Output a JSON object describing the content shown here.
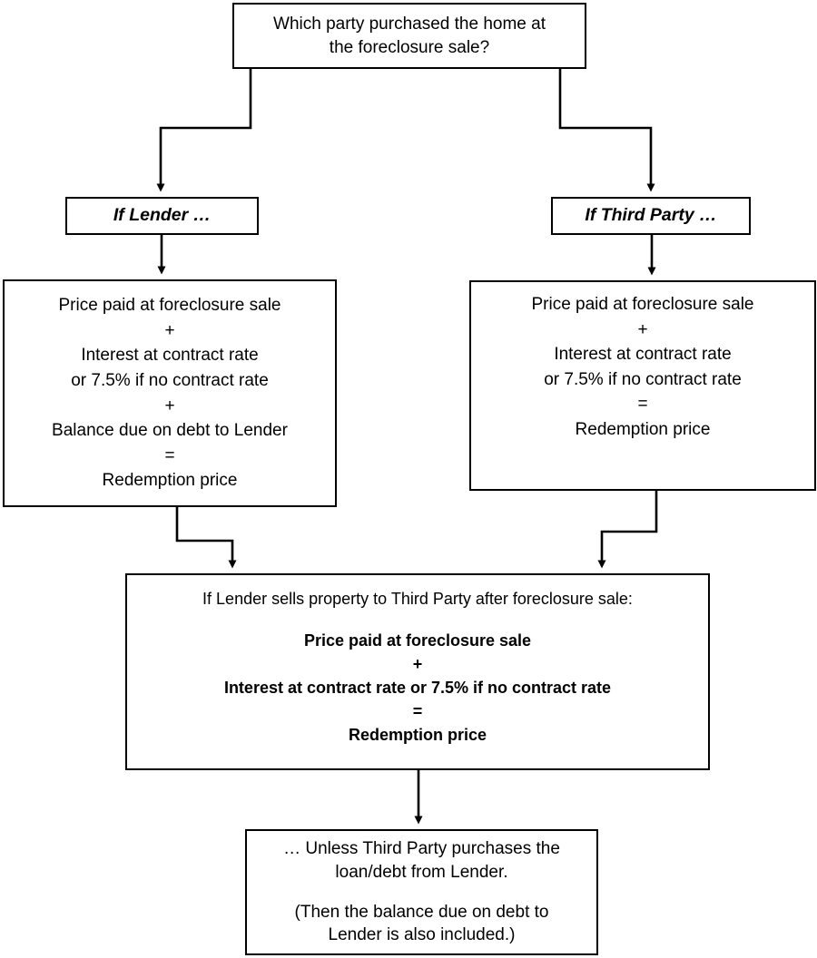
{
  "diagram": {
    "title": "Foreclosure sale redemption price flowchart",
    "stroke_color": "#000000",
    "background_color": "#ffffff"
  },
  "nodes": {
    "question": {
      "lines": [
        "Which party purchased the home at",
        "the foreclosure sale?"
      ]
    },
    "branch_lender": {
      "label": "If Lender …"
    },
    "branch_third_party": {
      "label": "If Third Party …"
    },
    "lender_calc": {
      "lines": [
        "Price paid at foreclosure sale",
        "+",
        "Interest at contract rate",
        "or 7.5% if no contract rate",
        "+",
        "Balance due on debt to Lender",
        "=",
        "Redemption price"
      ]
    },
    "third_party_calc": {
      "lines": [
        "Price paid at foreclosure sale",
        "+",
        "Interest at contract rate",
        "or 7.5% if no contract rate",
        "=",
        "Redemption price"
      ]
    },
    "merged": {
      "intro": "If Lender sells property to Third Party after foreclosure sale:",
      "formula_lines": [
        "Price paid at foreclosure sale",
        "+",
        "Interest at contract rate or 7.5% if no contract rate",
        "=",
        "Redemption price"
      ]
    },
    "final": {
      "paragraph1": [
        "… Unless Third Party purchases the",
        "loan/debt from Lender."
      ],
      "paragraph2": [
        "(Then the balance due on debt to",
        "Lender is also included.)"
      ]
    }
  },
  "connectors": [
    {
      "name": "question-to-lender-branch",
      "from": "question",
      "to": "branch_lender"
    },
    {
      "name": "question-to-third-party-branch",
      "from": "question",
      "to": "branch_third_party"
    },
    {
      "name": "lender-branch-to-lender-calc",
      "from": "branch_lender",
      "to": "lender_calc"
    },
    {
      "name": "third-party-branch-to-third-party-calc",
      "from": "branch_third_party",
      "to": "third_party_calc"
    },
    {
      "name": "lender-calc-to-merged",
      "from": "lender_calc",
      "to": "merged"
    },
    {
      "name": "third-party-calc-to-merged",
      "from": "third_party_calc",
      "to": "merged"
    },
    {
      "name": "merged-to-final",
      "from": "merged",
      "to": "final"
    }
  ]
}
